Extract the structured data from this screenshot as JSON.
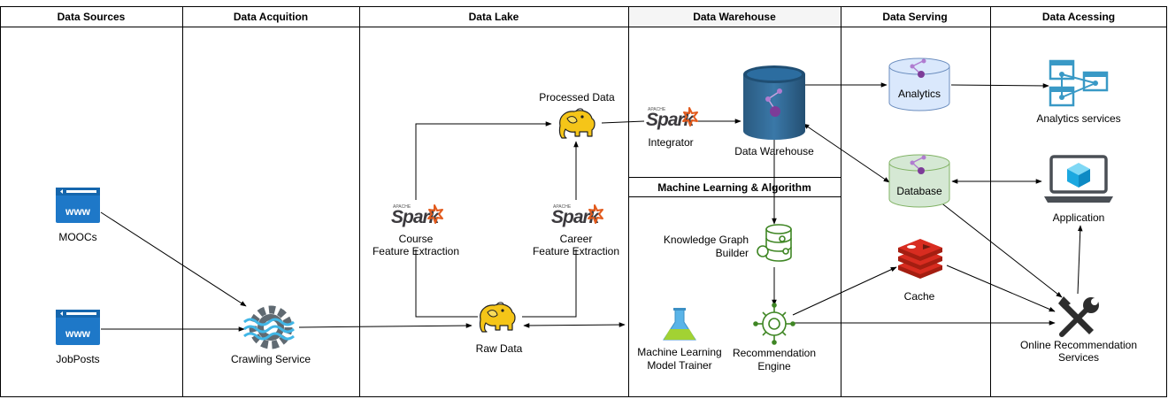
{
  "lanes": {
    "sources": "Data Sources",
    "acquisition": "Data Acquition",
    "lake": "Data Lake",
    "warehouse": "Data Warehouse",
    "serving": "Data Serving",
    "accessing": "Data Acessing",
    "ml": "Machine Learning & Algorithm"
  },
  "nodes": {
    "moocs": "MOOCs",
    "jobposts": "JobPosts",
    "crawling": "Crawling Service",
    "processed": "Processed Data",
    "raw": "Raw Data",
    "course_1": "Course",
    "course_2": "Feature Extraction",
    "career_1": "Career",
    "career_2": "Feature Extraction",
    "integrator": "Integrator",
    "warehouse": "Data Warehouse",
    "kg_1": "Knowledge Graph",
    "kg_2": "Builder",
    "trainer_1": "Machine Learning",
    "trainer_2": "Model Trainer",
    "rec_1": "Recommendation",
    "rec_2": "Engine",
    "analytics": "Analytics",
    "database": "Database",
    "cache": "Cache",
    "analytics_services": "Analytics services",
    "application": "Application",
    "online_1": "Online Recommendation",
    "online_2": "Services"
  },
  "logos": {
    "www": "www",
    "spark": "Spark",
    "apache": "APACHE"
  },
  "colors": {
    "lane_border": "#000000",
    "warehouse_header": "#f5f5f5",
    "www_blue": "#1e78c8",
    "spark_orange": "#e25a1c",
    "hadoop_yellow": "#f5c518",
    "dw_blue": "#2f6289",
    "dw_purple": "#7d3c98",
    "analytics_fill": "#dae8fc",
    "database_fill": "#d5e8d4",
    "redis_red": "#c6302b",
    "azure_blue": "#3999c6",
    "green_icon": "#3f8624",
    "tools_dark": "#2d2d2d"
  },
  "icons": [
    "browser-icon",
    "gear-waves-icon",
    "hadoop-elephant-icon",
    "spark-logo",
    "database-cylinder-icon",
    "redis-stack-icon",
    "azure-analytics-icon",
    "laptop-cube-icon",
    "tools-icon",
    "flask-icon",
    "brain-network-icon",
    "knowledge-graph-db-icon"
  ]
}
